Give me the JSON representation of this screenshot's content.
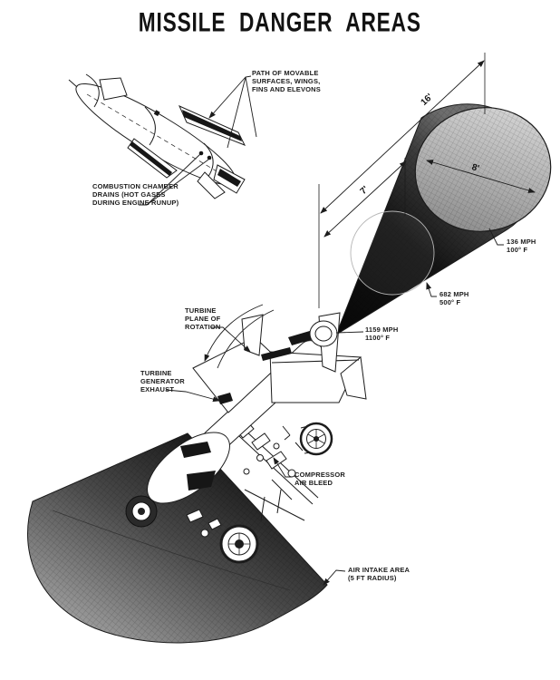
{
  "title": "MISSILE DANGER AREAS",
  "labels": {
    "path_movable": "PATH OF MOVABLE\nSURFACES, WINGS,\nFINS AND ELEVONS",
    "combustion": "COMBUSTION CHAMBER\nDRAINS (HOT GASES\nDURING ENGINE RUNUP)",
    "turbine_plane": "TURBINE\nPLANE OF\nROTATION",
    "turbine_generator": "TURBINE\nGENERATOR\nEXHAUST",
    "compressor": "COMPRESSOR\nAIR BLEED",
    "air_intake": "AIR INTAKE AREA\n(5 FT RADIUS)",
    "speed_136": "136 MPH\n100° F",
    "speed_682": "682 MPH\n500° F",
    "speed_1159": "1159 MPH\n1100° F"
  },
  "dimensions": {
    "length_total": "16'",
    "length_mid": "7'",
    "diameter_end": "8'"
  },
  "colors": {
    "ink": "#1c1c1c",
    "paper": "#ffffff",
    "cone_dark": "#070707",
    "cone_light": "#6e6e6e",
    "end_face_light": "#d2d2d2",
    "end_face_dark": "#8a8a8a",
    "intake_dark": "#1c1c1c",
    "intake_light": "#9a9a9a"
  }
}
